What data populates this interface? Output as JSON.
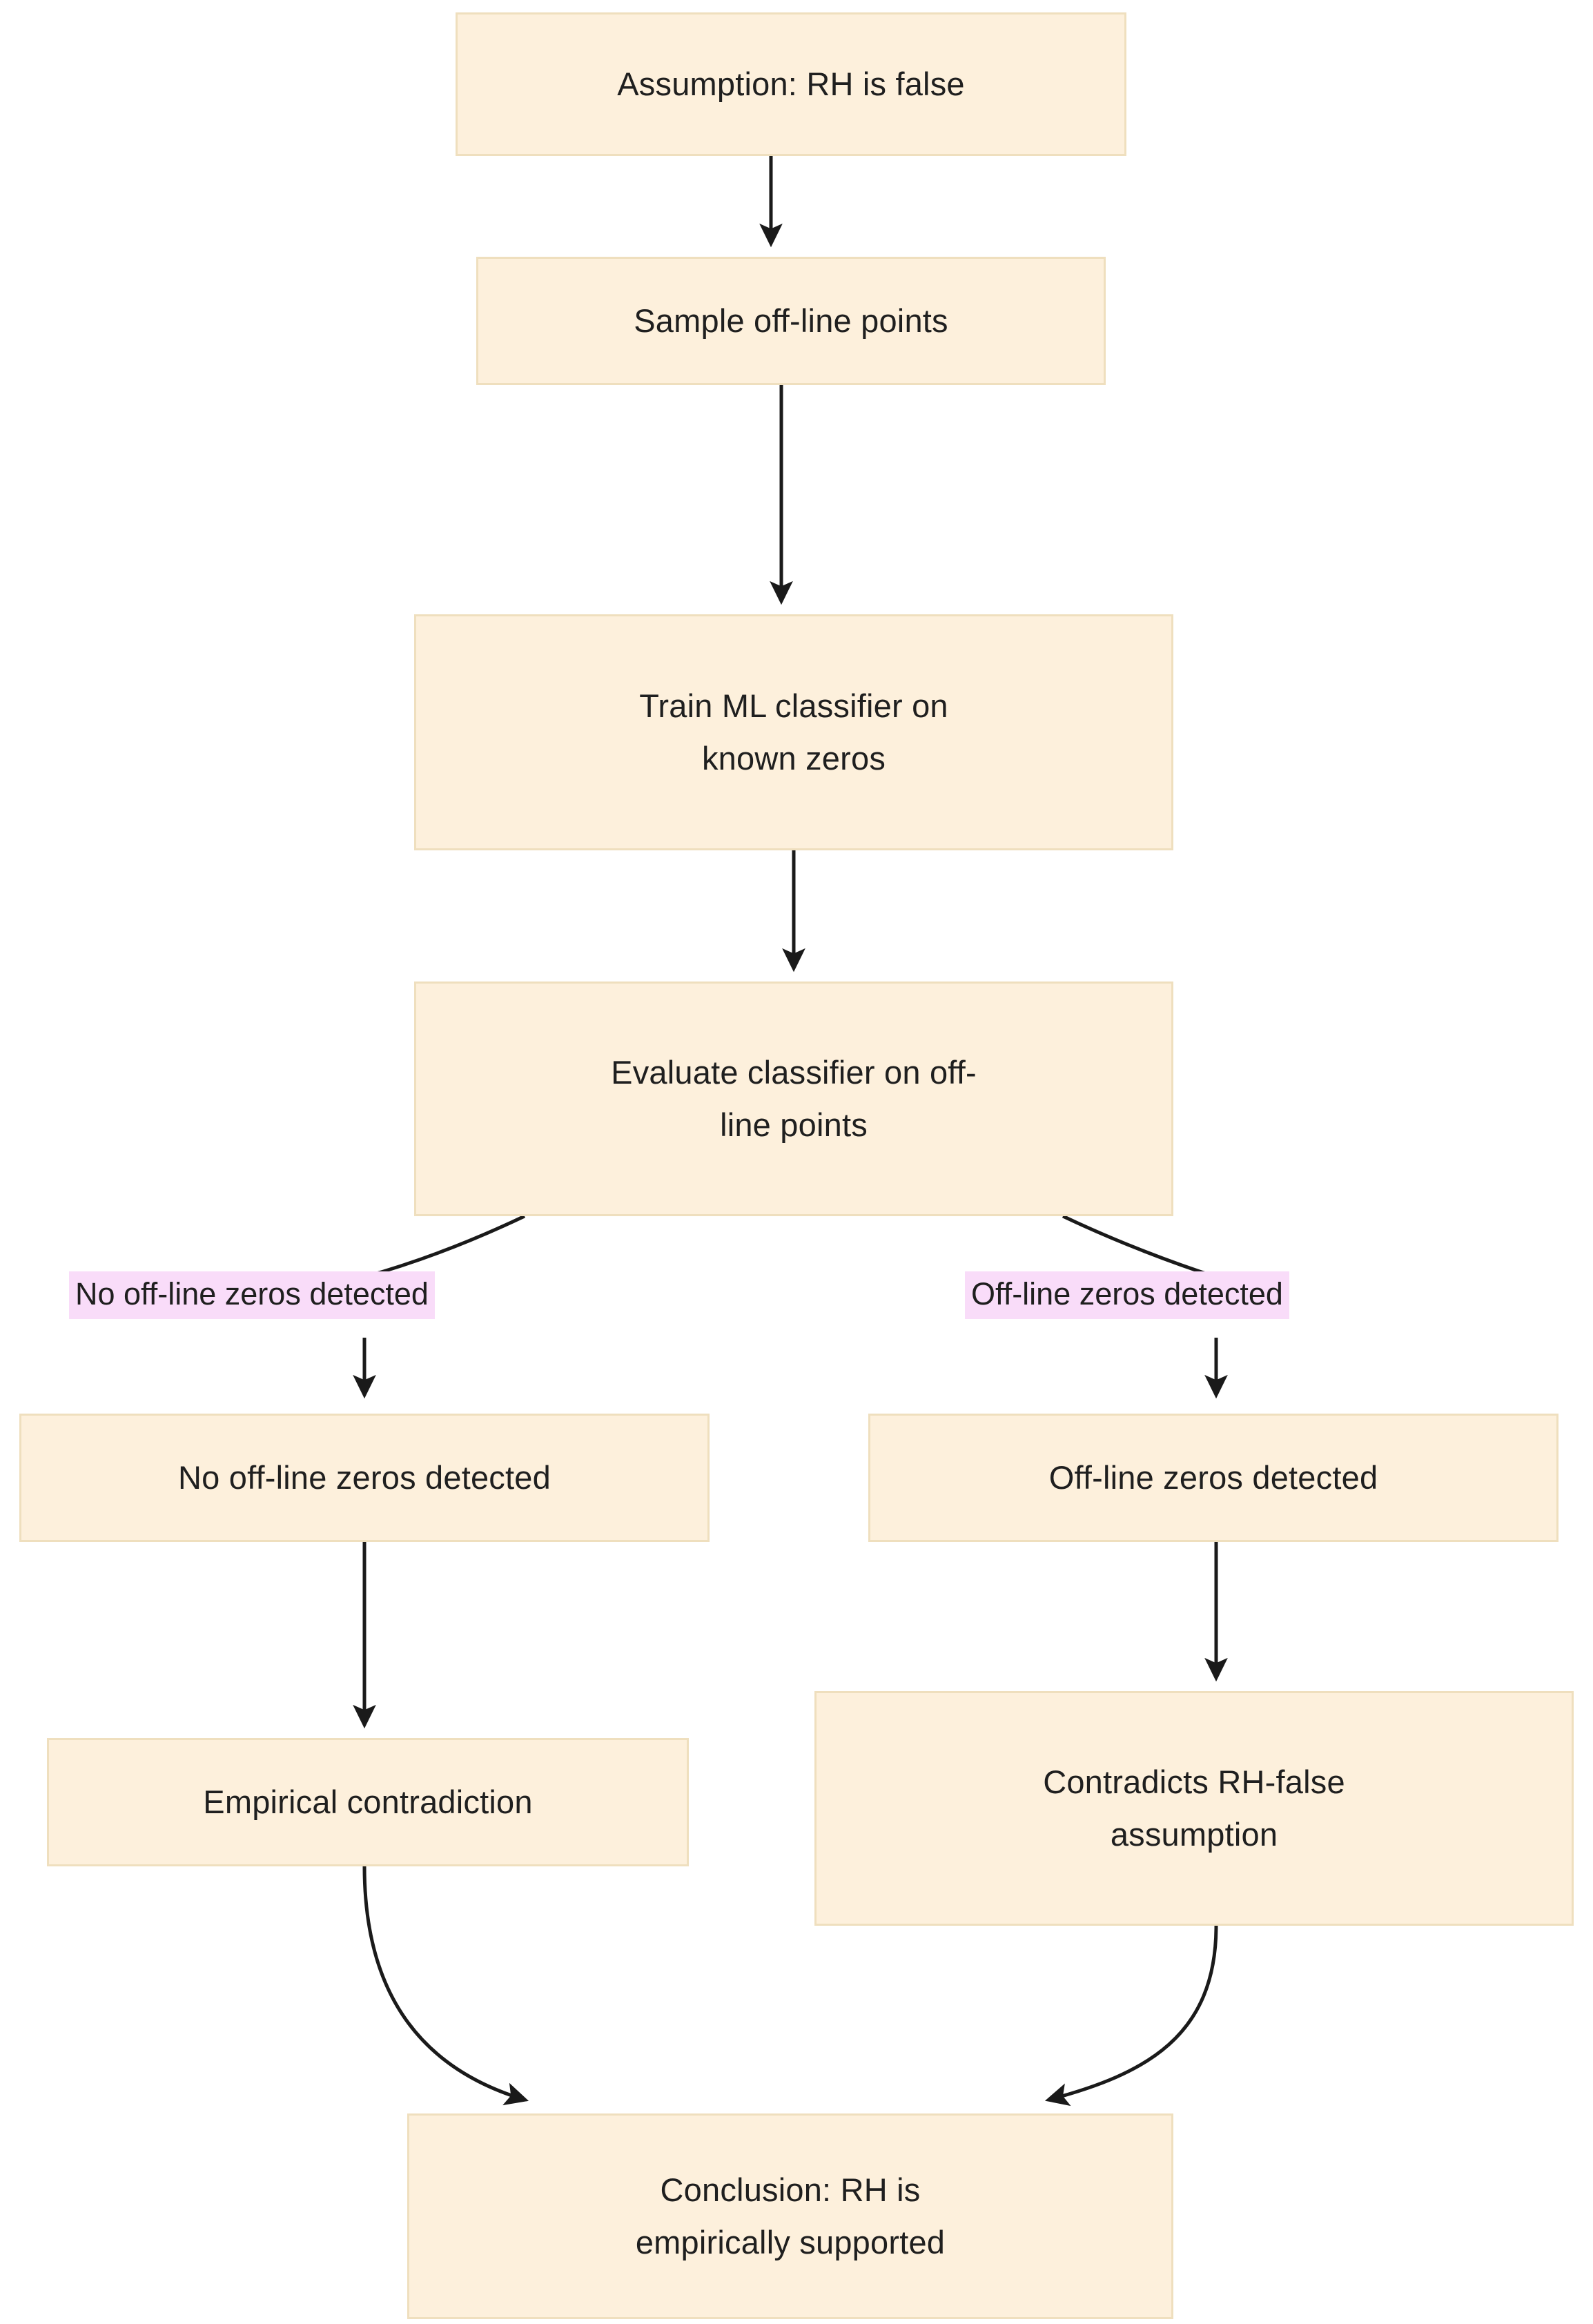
{
  "diagram": {
    "title": "Riemann Hypothesis empirical proof-by-contradiction flowchart",
    "type": "flowchart",
    "direction": "top-down",
    "colors": {
      "node_fill": "#FDF0DC",
      "node_border": "#EFDFBE",
      "node_text": "#1f1f1f",
      "edge_stroke": "#1a1a1a",
      "edge_label_background": "#F9DCF9",
      "canvas_background": "#ffffff"
    },
    "nodes": [
      {
        "id": "assumption",
        "label": "Assumption: RH is false"
      },
      {
        "id": "sample",
        "label": "Sample off-line points"
      },
      {
        "id": "train",
        "label": "Train ML classifier on\nknown zeros"
      },
      {
        "id": "evaluate",
        "label": "Evaluate classifier on off-\nline points"
      },
      {
        "id": "no_zeros",
        "label": "No off-line zeros detected"
      },
      {
        "id": "zeros",
        "label": "Off-line zeros detected"
      },
      {
        "id": "empirical",
        "label": "Empirical contradiction"
      },
      {
        "id": "contradicts",
        "label": "Contradicts RH-false\nassumption"
      },
      {
        "id": "conclusion",
        "label": "Conclusion: RH is\nempirically supported"
      }
    ],
    "edges": [
      {
        "from": "assumption",
        "to": "sample",
        "label": ""
      },
      {
        "from": "sample",
        "to": "train",
        "label": ""
      },
      {
        "from": "train",
        "to": "evaluate",
        "label": ""
      },
      {
        "from": "evaluate",
        "to": "no_zeros",
        "label": "No off-line zeros detected"
      },
      {
        "from": "evaluate",
        "to": "zeros",
        "label": "Off-line zeros detected"
      },
      {
        "from": "no_zeros",
        "to": "empirical",
        "label": ""
      },
      {
        "from": "zeros",
        "to": "contradicts",
        "label": ""
      },
      {
        "from": "empirical",
        "to": "conclusion",
        "label": ""
      },
      {
        "from": "contradicts",
        "to": "conclusion",
        "label": ""
      }
    ],
    "edge_labels": {
      "left": "No off-line zeros detected",
      "right": "Off-line zeros detected"
    }
  }
}
